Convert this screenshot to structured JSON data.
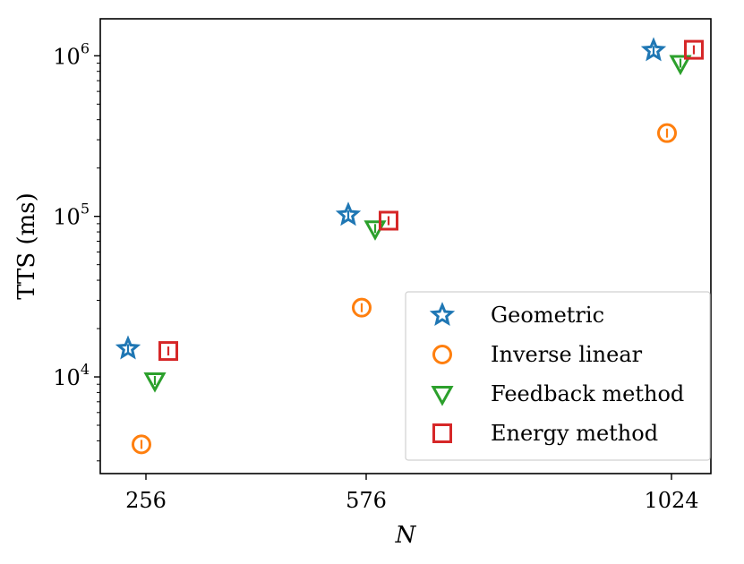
{
  "chart_data": {
    "type": "scatter",
    "xlabel": "N",
    "ylabel": "TTS (ms)",
    "x_categories": [
      "256",
      "576",
      "1024"
    ],
    "x_values": [
      256,
      576,
      1024
    ],
    "y_scale": "log",
    "ylim": [
      2500,
      1700000
    ],
    "y_ticks": [
      {
        "value": 10000,
        "base": "10",
        "exp": "4"
      },
      {
        "value": 100000,
        "base": "10",
        "exp": "5"
      },
      {
        "value": 1000000,
        "base": "10",
        "exp": "6"
      }
    ],
    "grid": false,
    "legend_position": "lower-right",
    "series": [
      {
        "name": "Geometric",
        "marker": "star",
        "color": "#1f77b4",
        "values": [
          15000,
          102000,
          1080000
        ]
      },
      {
        "name": "Inverse linear",
        "marker": "circle",
        "color": "#ff7f0e",
        "values": [
          3800,
          27000,
          330000
        ]
      },
      {
        "name": "Feedback method",
        "marker": "triangle-down",
        "color": "#2ca02c",
        "values": [
          9500,
          84000,
          900000
        ]
      },
      {
        "name": "Energy method",
        "marker": "square",
        "color": "#d62728",
        "values": [
          14500,
          94000,
          1090000
        ]
      }
    ]
  }
}
